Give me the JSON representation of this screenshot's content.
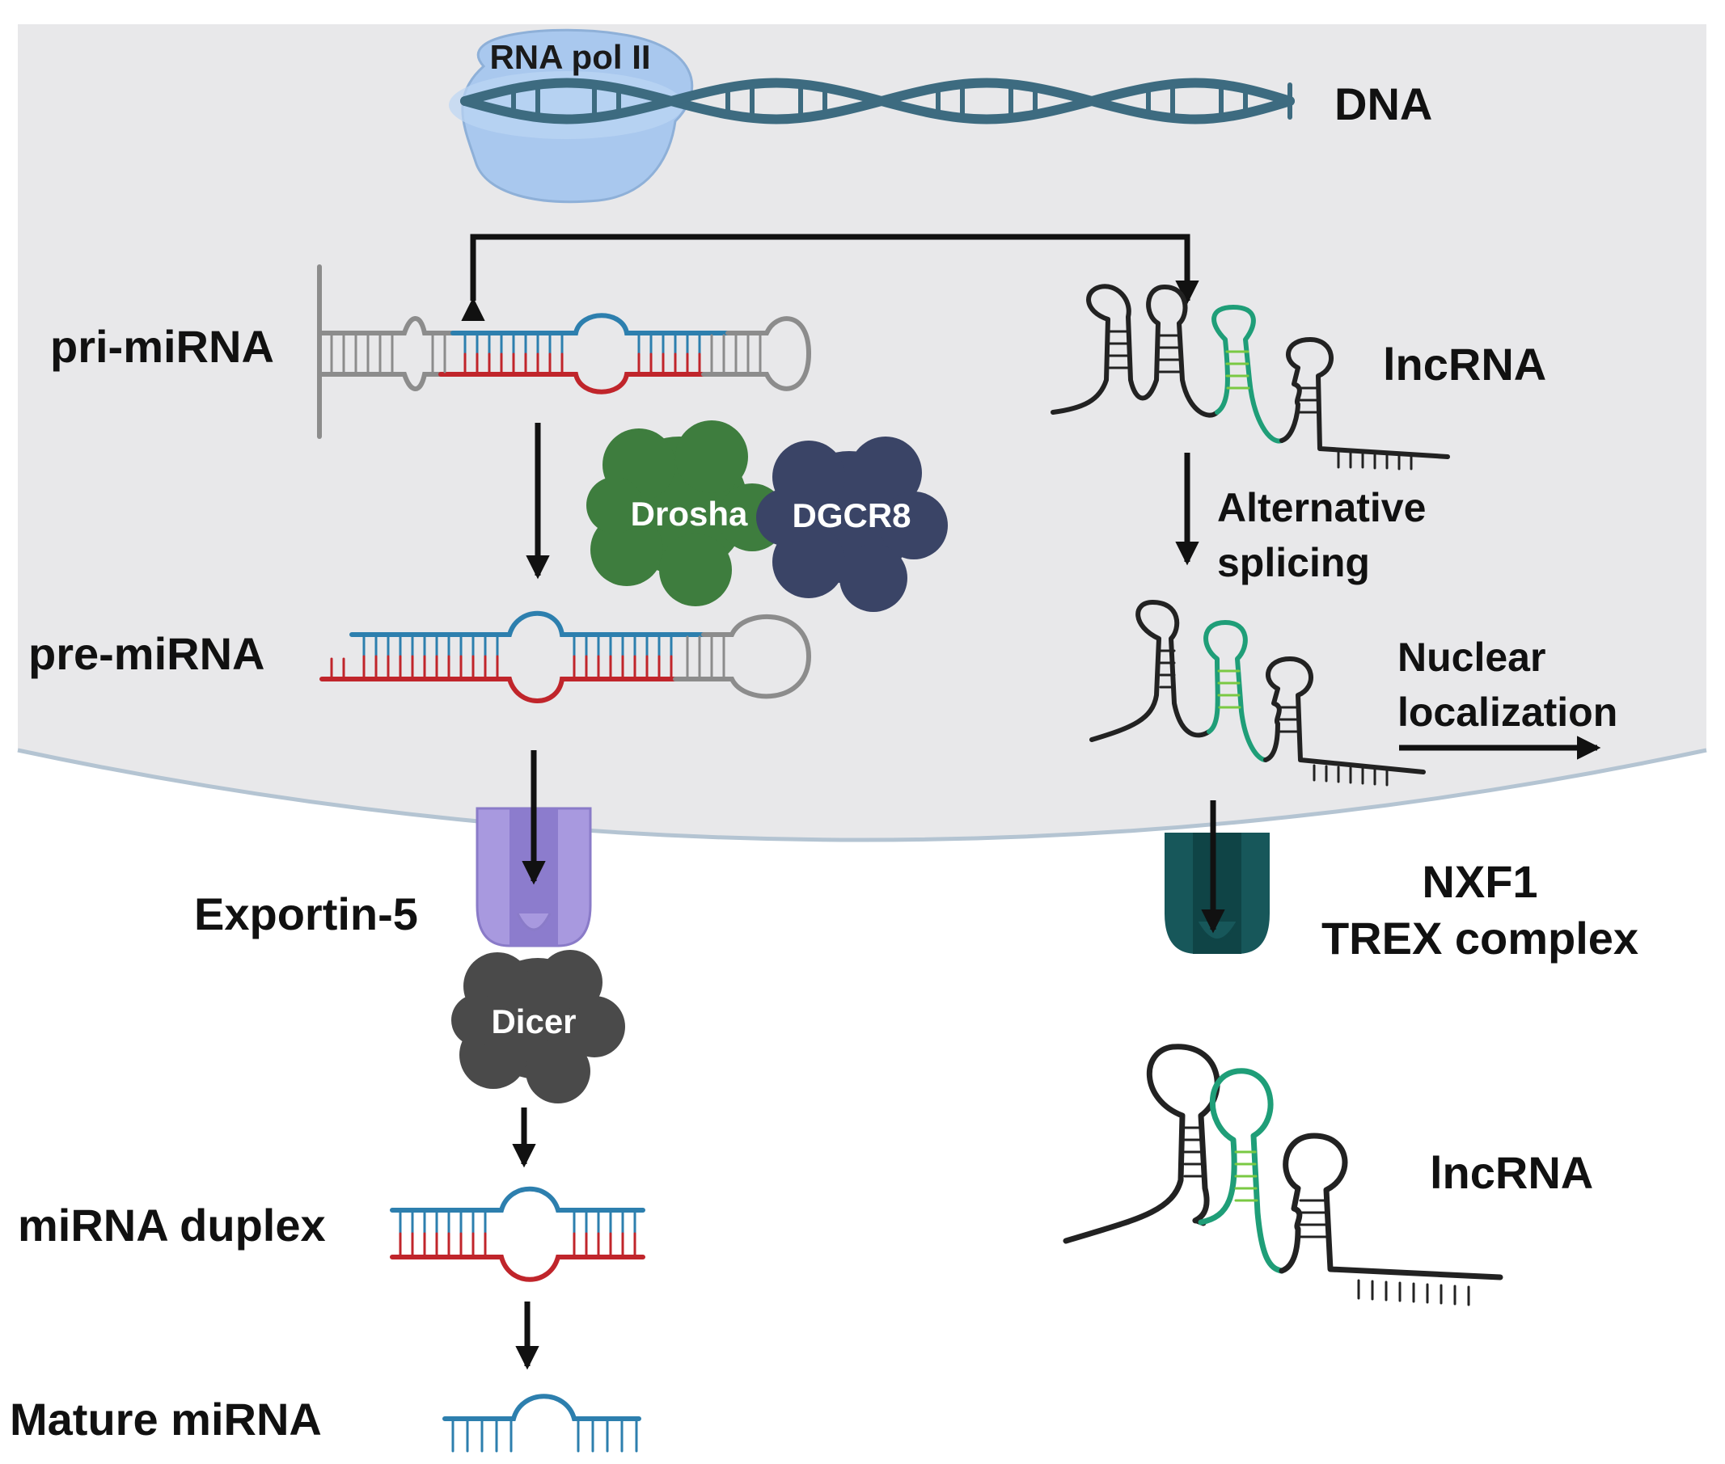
{
  "labels": {
    "rna_pol": "RNA pol II",
    "dna": "DNA",
    "pri_mirna": "pri-miRNA",
    "pre_mirna": "pre-miRNA",
    "drosha": "Drosha",
    "dgcr8": "DGCR8",
    "exportin": "Exportin-5",
    "dicer": "Dicer",
    "mirna_duplex": "miRNA duplex",
    "mature_mirna": "Mature miRNA",
    "lncrna_top": "lncRNA",
    "alt_splicing_1": "Alternative",
    "alt_splicing_2": "splicing",
    "nuclear_1": "Nuclear",
    "nuclear_2": "localization",
    "nxf1": "NXF1",
    "trex": "TREX complex",
    "lncrna_bottom": "lncRNA"
  },
  "colors": {
    "nucleus": "#e8e8ea",
    "membrane": "#b4c4d2",
    "dna": "#3d6b80",
    "polymerase": "#a9c8ee",
    "strand_blue": "#2d7fae",
    "strand_red": "#c0252b",
    "strand_gray": "#8c8c8c",
    "lnc_black": "#222222",
    "lnc_green": "#1f9e78",
    "lnc_light_green": "#7ac943",
    "drosha": "#3e7d3e",
    "dgcr8": "#3a4466",
    "exportin": "#a899df",
    "dicer": "#4a4a4a",
    "nxf1": "#17575a"
  }
}
